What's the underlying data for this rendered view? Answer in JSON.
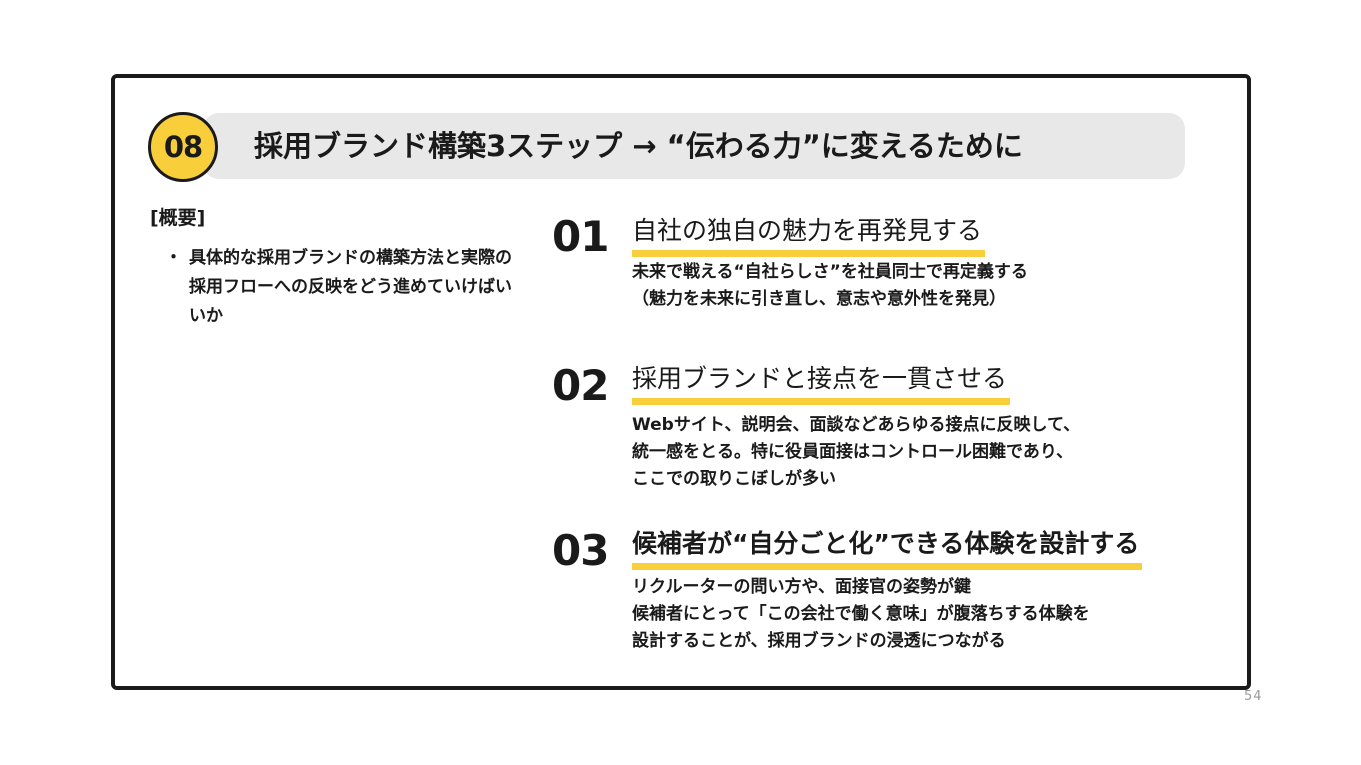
{
  "slide": {
    "number": "08",
    "title": "採用ブランド構築3ステップ → “伝わる力”に変えるために",
    "page_number": "54"
  },
  "summary": {
    "heading": "[概要]",
    "items": [
      {
        "bullet": "・",
        "text": "具体的な採用ブランドの構築方法と実際の採用フローへの反映をどう進めていけばいいか"
      }
    ]
  },
  "steps": [
    {
      "number": "01",
      "heading": "自社の独自の魅力を再発見する",
      "lines": [
        "未来で戦える“自社らしさ”を社員同士で再定義する",
        "（魅力を未来に引き直し、意志や意外性を発見）"
      ]
    },
    {
      "number": "02",
      "heading": "採用ブランドと接点を一貫させる",
      "lines": [
        "Webサイト、説明会、面談などあらゆる接点に反映して、",
        "統一感をとる。特に役員面接はコントロール困難であり、",
        "ここでの取りこぼしが多い"
      ]
    },
    {
      "number": "03",
      "heading": "候補者が“自分ごと化”できる体験を設計する",
      "lines": [
        "リクルーターの問い方や、面接官の姿勢が鍵",
        "候補者にとって「この会社で働く意味」が腹落ちする体験を",
        "設計することが、採用ブランドの浸透につながる"
      ]
    }
  ],
  "colors": {
    "accent": "#f8cf3b",
    "title_bar": "#e8e8e8",
    "text": "#1a1a1a",
    "page_number": "#9a9a9a"
  }
}
